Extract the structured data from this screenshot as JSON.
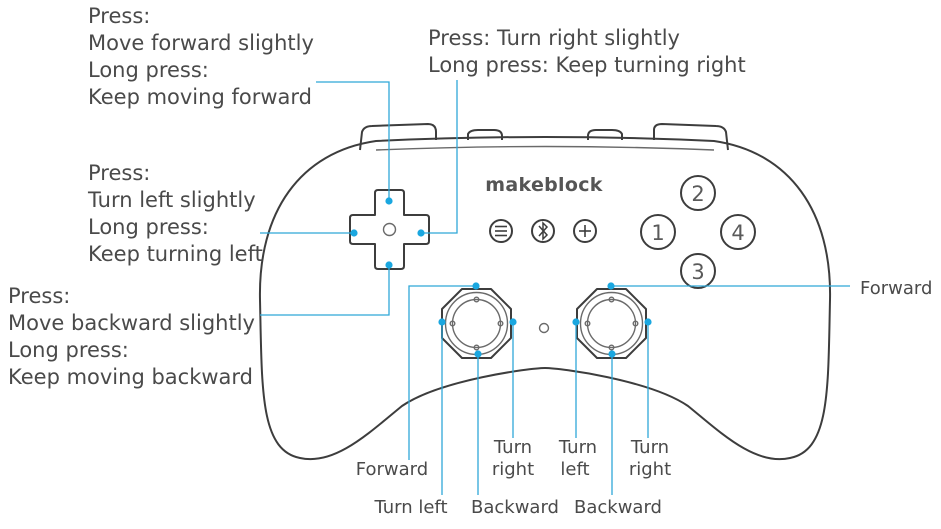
{
  "brand": "makeblock",
  "face_buttons": [
    "1",
    "2",
    "3",
    "4"
  ],
  "center_buttons": [
    {
      "name": "menu-icon"
    },
    {
      "name": "bluetooth-icon"
    },
    {
      "name": "plus-icon"
    }
  ],
  "dpad_up": {
    "lines": [
      "Press:",
      "Move forward slightly",
      "Long press:",
      "Keep moving forward"
    ]
  },
  "dpad_right": {
    "lines": [
      "Press: Turn right slightly",
      "Long press: Keep turning right"
    ]
  },
  "dpad_left": {
    "lines": [
      "Press:",
      "Turn left slightly",
      "Long press:",
      "Keep turning left"
    ]
  },
  "dpad_down": {
    "lines": [
      "Press:",
      "Move backward slightly",
      "Long press:",
      "Keep moving backward"
    ]
  },
  "left_stick": {
    "forward": "Forward",
    "left": "Turn left",
    "backward": "Backward",
    "right_lines": [
      "Turn",
      "right"
    ]
  },
  "right_stick": {
    "forward": "Forward",
    "left_lines": [
      "Turn",
      "left"
    ],
    "backward": "Backward",
    "right_lines": [
      "Turn",
      "right"
    ]
  }
}
